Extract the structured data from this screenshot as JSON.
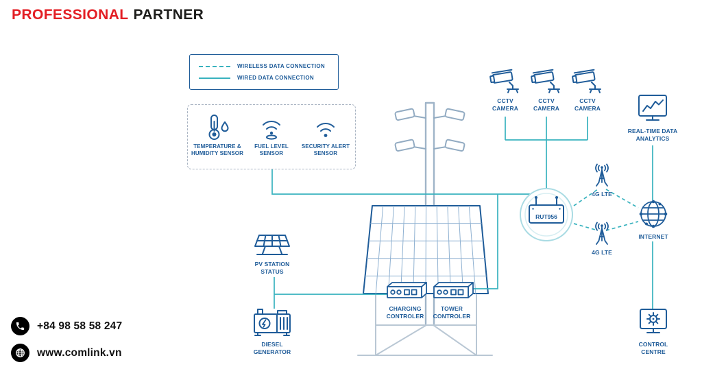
{
  "header": {
    "brand_primary": "PROFESSIONAL",
    "brand_secondary": "PARTNER"
  },
  "legend": {
    "wireless_label": "WIRELESS DATA CONNECTION",
    "wired_label": "WIRED DATA CONNECTION"
  },
  "sensor_group": {
    "temperature_label": "TEMPERATURE & HUMIDITY SENSOR",
    "fuel_label": "FUEL LEVEL SENSOR",
    "security_label": "SECURITY ALERT SENSOR"
  },
  "cctv_labels": [
    "CCTV CAMERA",
    "CCTV CAMERA",
    "CCTV CAMERA"
  ],
  "nodes": {
    "analytics_label": "REAL-TIME DATA ANALYTICS",
    "router_label": "RUT956",
    "lte_top_label": "4G LTE",
    "lte_bottom_label": "4G LTE",
    "internet_label": "INTERNET",
    "control_label": "CONTROL CENTRE",
    "pv_label": "PV STATION STATUS",
    "diesel_label": "DIESEL GENERATOR",
    "charging_label": "CHARGING CONTROLER",
    "tower_label": "TOWER CONTROLER"
  },
  "contact": {
    "phone": "+84 98 58 58 247",
    "website": "www.comlink.vn"
  },
  "colors": {
    "accent_red": "#e31e24",
    "line_teal": "#38b2be",
    "diagram_blue": "#1f5c99"
  }
}
